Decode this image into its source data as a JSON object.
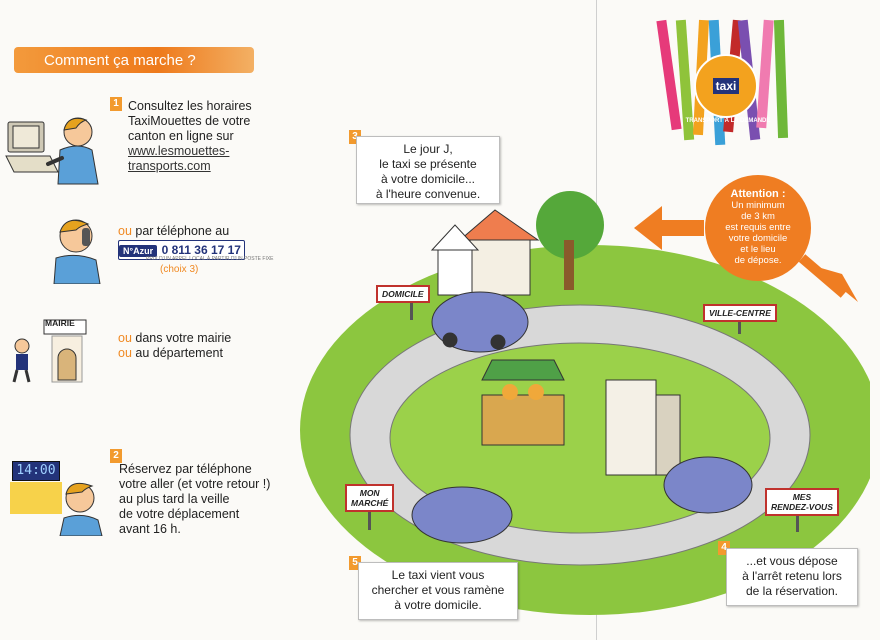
{
  "header": {
    "title": "Comment ça marche ?"
  },
  "steps": {
    "s1": {
      "num": "1",
      "line1": "Consultez les horaires",
      "line2": "TaxiMouettes de votre",
      "line3": "canton en ligne sur",
      "url1": "www.lesmouettes-",
      "url2": "transports.com"
    },
    "phone": {
      "prefix": "ou",
      "text": " par téléphone au",
      "azur": "N°Azur",
      "number": "0 811 36 17 17",
      "fine": "PRIX D'UN APPEL LOCAL À PARTIR D'UN POSTE FIXE",
      "choice": "(choix 3)"
    },
    "mairie": {
      "sign": "MAIRIE",
      "prefix1": "ou",
      "text1": " dans votre mairie",
      "prefix2": "ou",
      "text2": " au département"
    },
    "s2": {
      "num": "2",
      "line1": "Réservez par téléphone",
      "line2": "votre aller (et votre retour !)",
      "line3": "au plus tard la veille",
      "line4": "de votre déplacement",
      "line5": "avant 16 h.",
      "clock": "14:00"
    },
    "s3": {
      "num": "3",
      "line1": "Le jour J,",
      "line2": "le taxi se présente",
      "line3": "à votre domicile...",
      "line4": "à l'heure convenue."
    },
    "s4": {
      "num": "4",
      "line1": "...et vous dépose",
      "line2": "à l'arrêt retenu lors",
      "line3": "de la réservation."
    },
    "s5": {
      "num": "5",
      "line1": "Le taxi vient vous",
      "line2": "chercher et vous ramène",
      "line3": "à votre domicile."
    }
  },
  "signs": {
    "domicile": "DOMICILE",
    "ville": "VILLE-CENTRE",
    "marche1": "MON",
    "marche2": "MARCHÉ",
    "rdv1": "MES",
    "rdv2": "RENDEZ-VOUS"
  },
  "attention": {
    "title": "Attention :",
    "l1": "Un minimum",
    "l2": "de 3 km",
    "l3": "est requis entre",
    "l4": "votre domicile",
    "l5": "et le lieu",
    "l6": "de dépose."
  },
  "logo": {
    "brand": "taxi",
    "ring": "TRANSPORT À LA DEMANDE"
  },
  "colors": {
    "accent": "#ef7d22",
    "navy": "#23337a",
    "grass": "#8cc63f",
    "road": "#d8d8d8",
    "car": "#7b86c9"
  }
}
